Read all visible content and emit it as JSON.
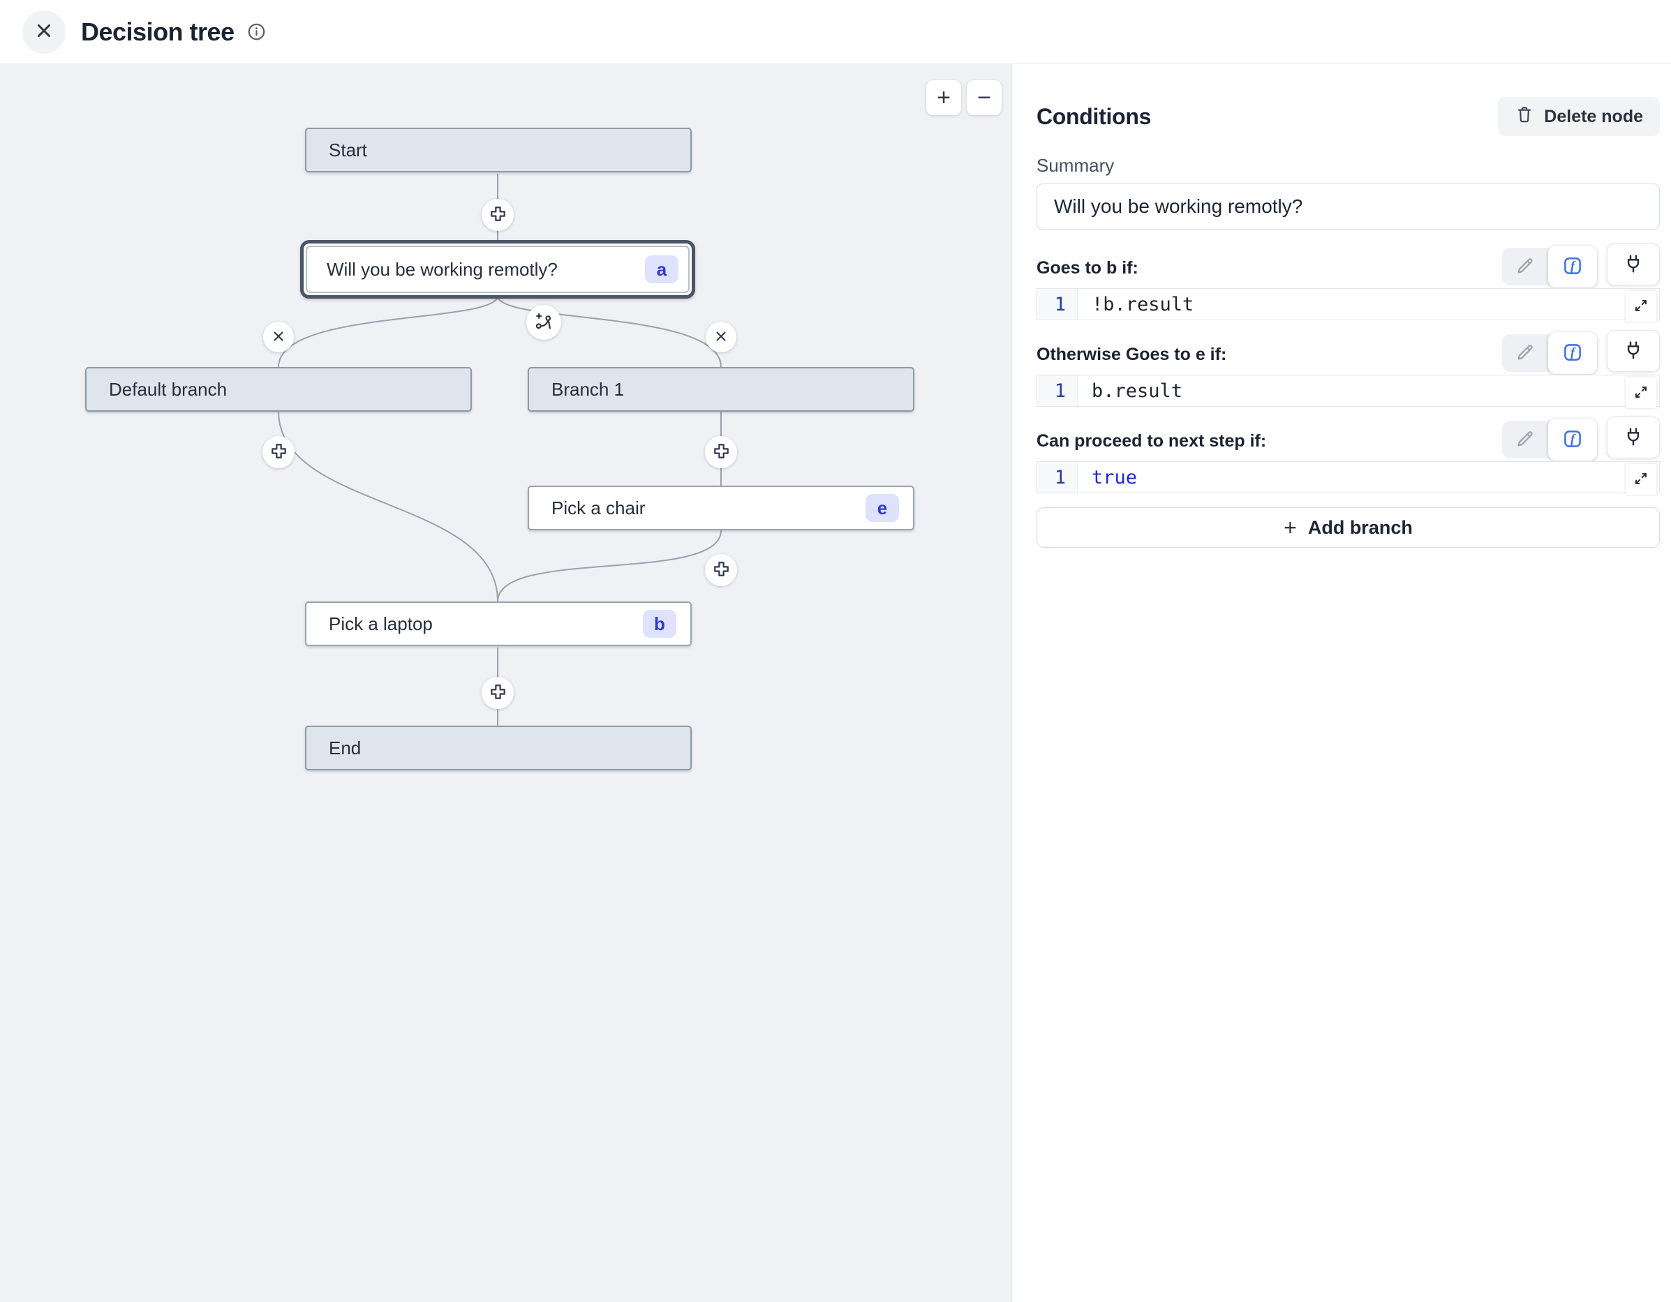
{
  "header": {
    "title": "Decision tree"
  },
  "canvas": {
    "zoom_in_label": "+",
    "zoom_out_label": "−",
    "nodes": [
      {
        "id": "start",
        "label": "Start"
      },
      {
        "id": "question",
        "label": "Will you be working remotly?",
        "badge": "a"
      },
      {
        "id": "default-branch",
        "label": "Default branch"
      },
      {
        "id": "branch-1",
        "label": "Branch 1"
      },
      {
        "id": "pick-a-chair",
        "label": "Pick a chair",
        "badge": "e"
      },
      {
        "id": "pick-a-laptop",
        "label": "Pick a laptop",
        "badge": "b"
      },
      {
        "id": "end",
        "label": "End"
      }
    ]
  },
  "panel": {
    "title": "Conditions",
    "delete_button_label": "Delete node",
    "summary_label": "Summary",
    "summary_value": "Will you be working remotly?",
    "sections": [
      {
        "label": "Goes to b if:",
        "line_number": "1",
        "code": "!b.result"
      },
      {
        "label": "Otherwise Goes to e if:",
        "line_number": "1",
        "code": "b.result"
      },
      {
        "label": "Can proceed to next step if:",
        "line_number": "1",
        "code": "true"
      }
    ],
    "add_branch_plus": "+",
    "add_branch_label": "Add branch"
  },
  "icons": {
    "close": "x-icon",
    "info": "info-icon",
    "trash": "trash-icon",
    "pencil": "pencil-icon",
    "fx": "function-icon",
    "plug": "plug-icon",
    "expand": "expand-icon",
    "plus_node": "plus-icon",
    "remove_branch": "x-icon",
    "add_branch": "branch-plus-icon"
  },
  "colors": {
    "canvas_bg": "#eff1f4",
    "node_gray": "#dfe5ec",
    "node_border": "#8e99a6",
    "selected_border": "#4b5563",
    "badge_bg": "#dee2fc",
    "badge_text": "#3239cf",
    "edge": "#99a1ab",
    "accent_blue": "#3c72e4",
    "keyword_blue": "#2127d2",
    "line_number": "#20409a",
    "panel_text": "#1b2333"
  }
}
